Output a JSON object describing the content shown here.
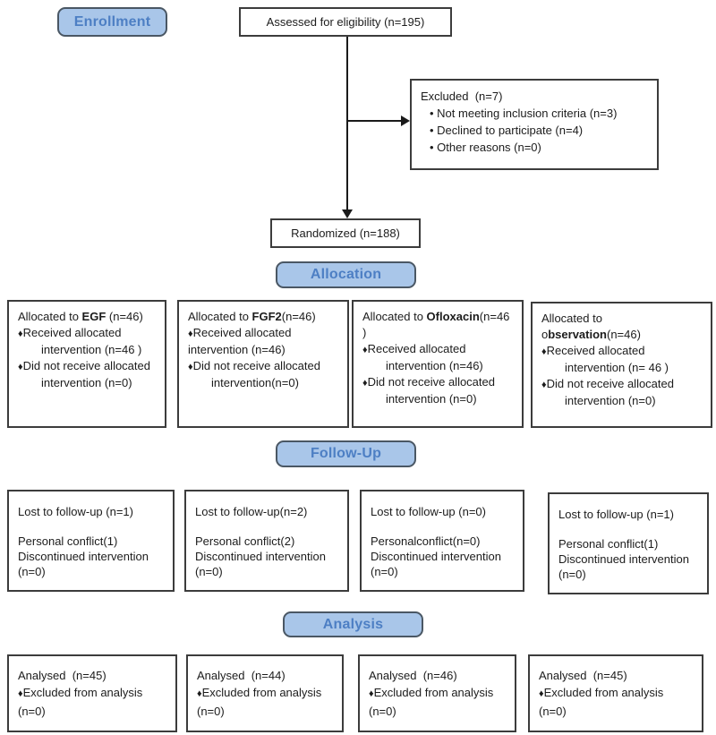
{
  "colors": {
    "stage_fill": "#a9c6e9",
    "stage_border": "#4a5764",
    "stage_text": "#4d7fc4",
    "box_border": "#3c3c3c"
  },
  "stages": {
    "enrollment": "Enrollment",
    "allocation": "Allocation",
    "followup": "Follow-Up",
    "analysis": "Analysis"
  },
  "enrollment": {
    "assessed": "Assessed for eligibility (n=195)",
    "randomized": "Randomized (n=188)",
    "excluded": {
      "title": "Excluded  (n=7)",
      "items": [
        "Not meeting inclusion criteria (n=3)",
        "Declined to participate (n=4)",
        "Other reasons (n=0)"
      ]
    }
  },
  "allocation": {
    "boxes": [
      {
        "title_prefix": "Allocated to ",
        "group": "EGF",
        "title_suffix": " (n=46)",
        "received": "Received allocated",
        "received_cont": "intervention (n=46 )",
        "not_received": "Did not receive allocated",
        "not_received_cont": "intervention (n=0)"
      },
      {
        "title_prefix": "Allocated to ",
        "group": "FGF2",
        "title_suffix": "(n=46)",
        "received": "Received allocated",
        "received_cont": "intervention (n=46)",
        "not_received": "Did not receive allocated",
        "not_received_cont": "intervention(n=0)"
      },
      {
        "title_prefix": "Allocated to ",
        "group": "Ofloxacin",
        "title_suffix": "(n=46 )",
        "received": "Received allocated",
        "received_cont": "intervention (n=46)",
        "not_received": "Did not receive allocated",
        "not_received_cont": "intervention (n=0)"
      },
      {
        "title_prefix": "Allocated to o",
        "group": "bservation",
        "title_suffix": "(n=46)",
        "received": "Received allocated",
        "received_cont": "intervention (n= 46 )",
        "not_received": "Did not receive allocated",
        "not_received_cont": "intervention (n=0)"
      }
    ]
  },
  "followup": {
    "boxes": [
      {
        "title": "Lost to follow-up (n=1)",
        "line1": "Personal conflict(1)",
        "line2": "Discontinued intervention",
        "line3": "(n=0)"
      },
      {
        "title": "Lost to follow-up(n=2)",
        "line1": "Personal conflict(2)",
        "line2": "Discontinued intervention",
        "line3": "(n=0)"
      },
      {
        "title": "Lost to follow-up (n=0)",
        "line1": "Personalconflict(n=0)",
        "line2": "Discontinued intervention",
        "line3": "(n=0)"
      },
      {
        "title": "Lost to follow-up (n=1)",
        "line1": "Personal conflict(1)",
        "line2": "Discontinued intervention",
        "line3": "(n=0)"
      }
    ]
  },
  "analysis": {
    "boxes": [
      {
        "title": "Analysed  (n=45)",
        "excluded": "Excluded from analysis",
        "excluded_cont": "(n=0)"
      },
      {
        "title": "Analysed  (n=44)",
        "excluded": "Excluded from analysis",
        "excluded_cont": "(n=0)"
      },
      {
        "title": "Analysed  (n=46)",
        "excluded": "Excluded from analysis",
        "excluded_cont": "(n=0)"
      },
      {
        "title": "Analysed  (n=45)",
        "excluded": "Excluded from analysis",
        "excluded_cont": "(n=0)"
      }
    ]
  }
}
